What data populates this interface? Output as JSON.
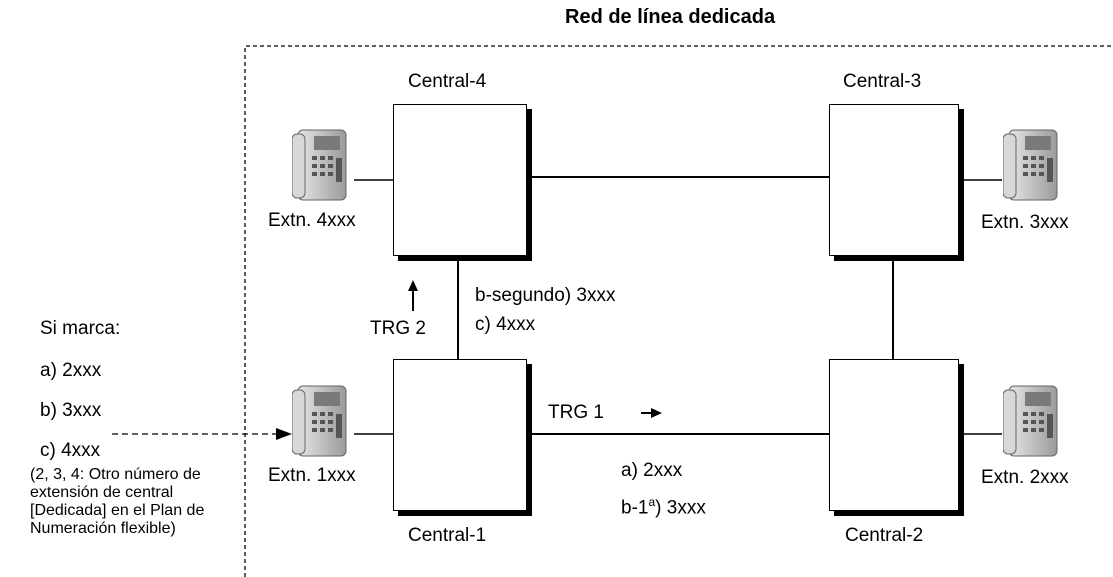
{
  "title": "Red de línea dedicada",
  "pbxs": {
    "central1": "Central-1",
    "central2": "Central-2",
    "central3": "Central-3",
    "central4": "Central-4"
  },
  "extensions": {
    "ext1": "Extn. 1xxx",
    "ext2": "Extn. 2xxx",
    "ext3": "Extn. 3xxx",
    "ext4": "Extn. 4xxx"
  },
  "trunks": {
    "trg1": "TRG 1",
    "trg2": "TRG 2"
  },
  "routes": {
    "trg2_line1": "b-segundo) 3xxx",
    "trg2_line2": "c) 4xxx",
    "trg1_line1": "a) 2xxx",
    "trg1_line2_prefix": "b-1",
    "trg1_line2_sup": "a",
    "trg1_line2_suffix": ") 3xxx"
  },
  "dialing": {
    "heading": "Si marca:",
    "option_a": "a) 2xxx",
    "option_b": "b) 3xxx",
    "option_c": "c) 4xxx",
    "note": "(2, 3, 4: Otro número de extensión de central [Dedicada] en el Plan de Numeración flexible)"
  },
  "icons": {
    "phone": "desk-phone-icon",
    "arrow_right": "arrow-right-icon",
    "arrow_up": "arrow-up-icon"
  }
}
